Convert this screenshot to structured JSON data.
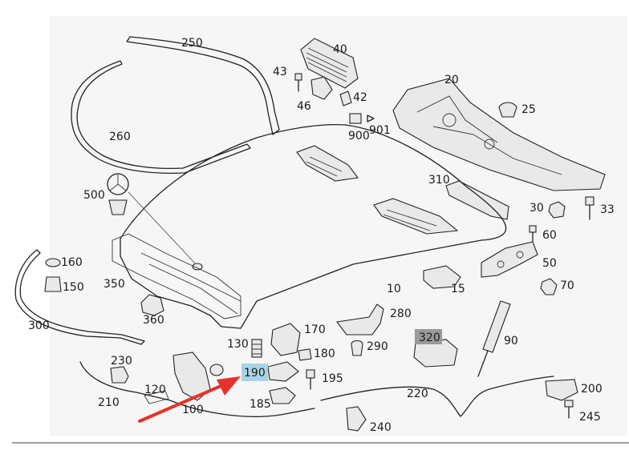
{
  "diagram": {
    "labels": [
      "250",
      "40",
      "43",
      "42",
      "46",
      "900",
      "901",
      "20",
      "25",
      "260",
      "310",
      "30",
      "33",
      "500",
      "60",
      "50",
      "70",
      "160",
      "150",
      "350",
      "15",
      "10",
      "360",
      "300",
      "280",
      "170",
      "130",
      "180",
      "290",
      "320",
      "90",
      "190",
      "195",
      "230",
      "120",
      "210",
      "100",
      "185",
      "220",
      "200",
      "245",
      "240"
    ],
    "highlight_blue": "190",
    "highlight_gray": "320",
    "colors": {
      "blue_highlight": "#a8d4e6",
      "gray_highlight": "#9a9a9a",
      "arrow": "#e8302a",
      "line": "#222222"
    }
  }
}
